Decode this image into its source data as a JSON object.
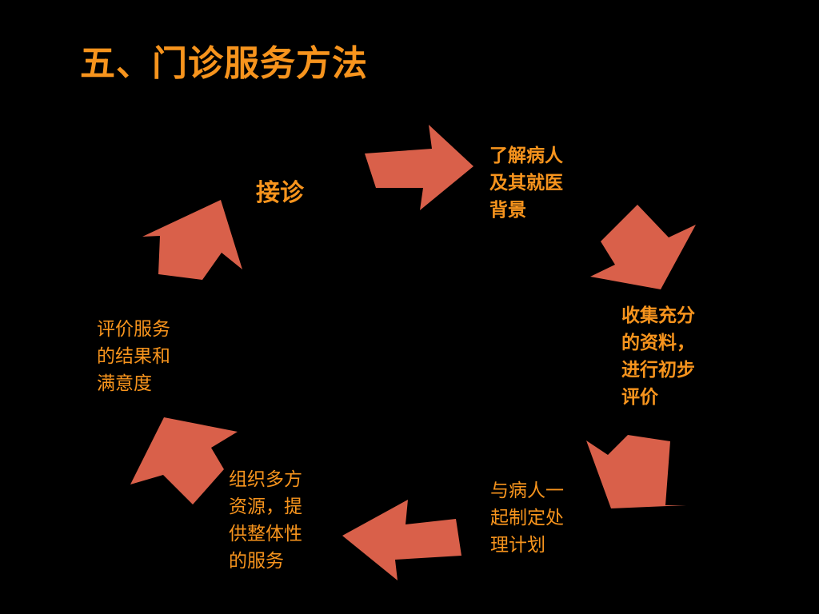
{
  "title": "五、门诊服务方法",
  "colors": {
    "background": "#000000",
    "title": "#F7941D",
    "step_text": "#F7941D",
    "arrow_fill": "#D9604A"
  },
  "steps": [
    {
      "text": "接诊"
    },
    {
      "text": "了解病人\n及其就医\n背景"
    },
    {
      "text": "收集充分\n的资料，\n进行初步\n评价"
    },
    {
      "text": "与病人一\n起制定处\n理计划"
    },
    {
      "text": "组织多方\n资源，提\n供整体性\n的服务"
    },
    {
      "text": "评价服务\n的结果和\n满意度"
    }
  ]
}
